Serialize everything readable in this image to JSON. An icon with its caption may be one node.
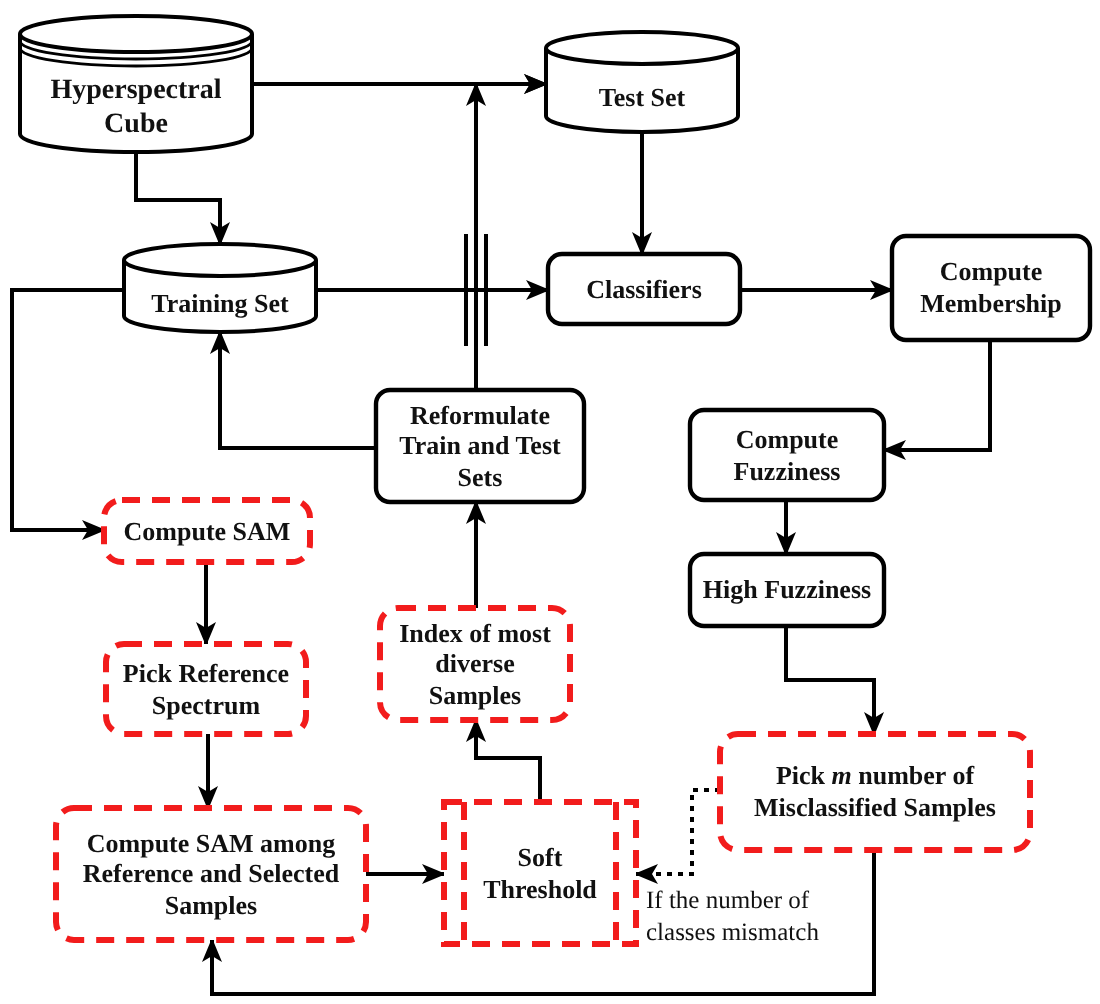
{
  "diagram": {
    "nodes": [
      {
        "text": [
          "Hyperspectral Cube"
        ]
      },
      {
        "text": [
          "Test Set"
        ]
      },
      {
        "text": [
          "Training Set"
        ]
      },
      {
        "text": [
          "Classifiers"
        ]
      },
      {
        "text": [
          "Compute Membership"
        ]
      },
      {
        "text": [
          "Reformulate Train and Test Sets"
        ]
      },
      {
        "text": [
          "Compute Fuzziness"
        ]
      },
      {
        "text": [
          "Compute SAM"
        ]
      },
      {
        "text": [
          "High Fuzziness"
        ]
      },
      {
        "text": [
          "Index of most diverse Samples"
        ]
      },
      {
        "text": [
          "Pick Reference Spectrum"
        ]
      },
      {
        "text": [
          "Pick *m* number of Misclassified Samples"
        ]
      },
      {
        "text": [
          "Compute SAM among Reference and Selected Samples"
        ]
      },
      {
        "text": [
          "Soft Threshold"
        ]
      }
    ],
    "edges": [
      {
        "from": 0,
        "to": 1,
        "arrow": "to"
      },
      {
        "from": 0,
        "to": 2,
        "arrow": "to"
      },
      {
        "from": 1,
        "to": 3,
        "arrow": "to"
      },
      {
        "from": 2,
        "to": 3,
        "arrow": "to"
      },
      {
        "from": 3,
        "to": 4,
        "arrow": "to"
      },
      {
        "from": 4,
        "to": 6,
        "arrow": "to"
      },
      {
        "from": 6,
        "to": 8,
        "arrow": "to"
      },
      {
        "from": 8,
        "to": 11,
        "arrow": "to"
      },
      {
        "from": 11,
        "to": 12,
        "arrow": "to"
      },
      {
        "from": 11,
        "to": 13,
        "arrow": "to",
        "style": "dashed",
        "label": "If the number of classes mismatch"
      },
      {
        "from": 12,
        "to": 13,
        "arrow": "to"
      },
      {
        "from": 13,
        "to": 9,
        "arrow": "to"
      },
      {
        "from": 9,
        "to": 5,
        "arrow": "to"
      },
      {
        "from": 5,
        "to": 2,
        "arrow": "to"
      },
      {
        "from": 5,
        "to": 1,
        "arrow": "to"
      },
      {
        "from": 2,
        "to": 7,
        "arrow": "to"
      },
      {
        "from": 7,
        "to": 10,
        "arrow": "to"
      },
      {
        "from": 10,
        "to": 12,
        "arrow": "to"
      }
    ]
  }
}
